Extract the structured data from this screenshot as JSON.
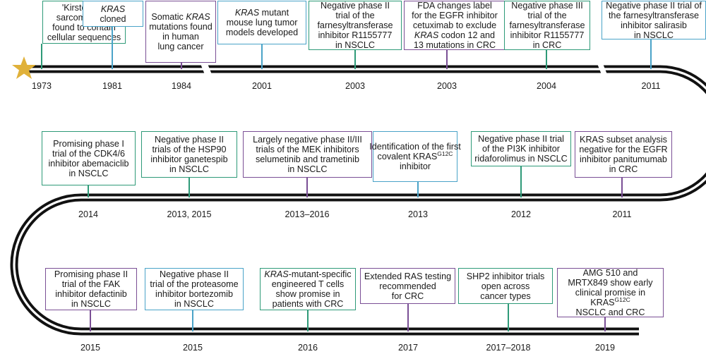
{
  "colors": {
    "teal": "#2e9a78",
    "purple": "#7a4f95",
    "blue": "#4aa3c8",
    "track": "#111111",
    "star": "#e0b13a"
  },
  "start_marker": "star-icon",
  "events": [
    {
      "year": "1973",
      "color": "teal",
      "lines": [
        [
          [
            "'Kirsten' rat",
            ""
          ]
        ],
        [
          [
            "sarcoma virus",
            ""
          ]
        ],
        [
          [
            "found to contain",
            ""
          ]
        ],
        [
          [
            "cellular sequences",
            ""
          ]
        ]
      ]
    },
    {
      "year": "1981",
      "color": "blue",
      "lines": [
        [
          [
            "KRAS",
            "i"
          ]
        ],
        [
          [
            "cloned",
            ""
          ]
        ]
      ]
    },
    {
      "year": "1984",
      "color": "purple",
      "lines": [
        [
          [
            "Somatic ",
            ""
          ],
          [
            "KRAS",
            "i"
          ]
        ],
        [
          [
            "mutations found",
            ""
          ]
        ],
        [
          [
            "in human",
            ""
          ]
        ],
        [
          [
            "lung cancer",
            ""
          ]
        ]
      ]
    },
    {
      "year": "2001",
      "color": "blue",
      "lines": [
        [
          [
            "KRAS",
            "i"
          ],
          [
            " mutant",
            ""
          ]
        ],
        [
          [
            "mouse lung tumor",
            ""
          ]
        ],
        [
          [
            "models developed",
            ""
          ]
        ]
      ]
    },
    {
      "year": "2003",
      "color": "teal",
      "lines": [
        [
          [
            "Negative phase II",
            ""
          ]
        ],
        [
          [
            "trial of the",
            ""
          ]
        ],
        [
          [
            "farnesyltransferase",
            ""
          ]
        ],
        [
          [
            "inhibitor R1155777",
            ""
          ]
        ],
        [
          [
            "in NSCLC",
            ""
          ]
        ]
      ]
    },
    {
      "year": "2003",
      "color": "purple",
      "lines": [
        [
          [
            "FDA changes label",
            ""
          ]
        ],
        [
          [
            "for the EGFR inhibitor",
            ""
          ]
        ],
        [
          [
            "cetuximab to exclude",
            ""
          ]
        ],
        [
          [
            "KRAS",
            "i"
          ],
          [
            " codon 12 and",
            ""
          ]
        ],
        [
          [
            "13 mutations in CRC",
            ""
          ]
        ]
      ]
    },
    {
      "year": "2004",
      "color": "teal",
      "lines": [
        [
          [
            "Negative phase III",
            ""
          ]
        ],
        [
          [
            "trial of the",
            ""
          ]
        ],
        [
          [
            "farnesyltransferase",
            ""
          ]
        ],
        [
          [
            "inhibitor R1155777",
            ""
          ]
        ],
        [
          [
            "in CRC",
            ""
          ]
        ]
      ]
    },
    {
      "year": "2011",
      "color": "blue",
      "lines": [
        [
          [
            "Negative phase II trial of",
            ""
          ]
        ],
        [
          [
            "the farnesyltransferase",
            ""
          ]
        ],
        [
          [
            "inhibitor salirasib",
            ""
          ]
        ],
        [
          [
            "in NSCLC",
            ""
          ]
        ]
      ]
    },
    {
      "year": "2014",
      "color": "teal",
      "lines": [
        [
          [
            "Promising phase I",
            ""
          ]
        ],
        [
          [
            "trial of the CDK4/6",
            ""
          ]
        ],
        [
          [
            "inhibitor abemaciclib",
            ""
          ]
        ],
        [
          [
            "in NSCLC",
            ""
          ]
        ]
      ]
    },
    {
      "year": "2013, 2015",
      "color": "teal",
      "lines": [
        [
          [
            "Negative phase II",
            ""
          ]
        ],
        [
          [
            "trials of the HSP90",
            ""
          ]
        ],
        [
          [
            "inhibitor ganetespib",
            ""
          ]
        ],
        [
          [
            "in NSCLC",
            ""
          ]
        ]
      ]
    },
    {
      "year": "2013–2016",
      "color": "purple",
      "lines": [
        [
          [
            "Largely negative phase II/III",
            ""
          ]
        ],
        [
          [
            "trials of the MEK inhibitors",
            ""
          ]
        ],
        [
          [
            "selumetinib and trametinib",
            ""
          ]
        ],
        [
          [
            "in NSCLC",
            ""
          ]
        ]
      ]
    },
    {
      "year": "2013",
      "color": "blue",
      "lines": [
        [
          [
            "Identification of the first",
            ""
          ]
        ],
        [
          [
            "covalent KRAS",
            ""
          ],
          [
            "G12C",
            "s"
          ]
        ],
        [
          [
            "inhibitor",
            ""
          ]
        ]
      ]
    },
    {
      "year": "2012",
      "color": "teal",
      "lines": [
        [
          [
            "Negative phase II trial",
            ""
          ]
        ],
        [
          [
            "of the PI3K inhibitor",
            ""
          ]
        ],
        [
          [
            "ridaforolimus in NSCLC",
            ""
          ]
        ]
      ]
    },
    {
      "year": "2011",
      "color": "purple",
      "lines": [
        [
          [
            "KRAS subset analysis",
            ""
          ]
        ],
        [
          [
            "negative for the EGFR",
            ""
          ]
        ],
        [
          [
            "inhibitor panitumumab",
            ""
          ]
        ],
        [
          [
            "in CRC",
            ""
          ]
        ]
      ]
    },
    {
      "year": "2015",
      "color": "purple",
      "lines": [
        [
          [
            "Promising phase II",
            ""
          ]
        ],
        [
          [
            "trial of the FAK",
            ""
          ]
        ],
        [
          [
            "inhibitor defactinib",
            ""
          ]
        ],
        [
          [
            "in NSCLC",
            ""
          ]
        ]
      ]
    },
    {
      "year": "2015",
      "color": "blue",
      "lines": [
        [
          [
            "Negative phase II",
            ""
          ]
        ],
        [
          [
            "trial of the proteasome",
            ""
          ]
        ],
        [
          [
            "inhibitor bortezomib",
            ""
          ]
        ],
        [
          [
            "in NSCLC",
            ""
          ]
        ]
      ]
    },
    {
      "year": "2016",
      "color": "teal",
      "lines": [
        [
          [
            "KRAS",
            "i"
          ],
          [
            "-mutant-specific",
            ""
          ]
        ],
        [
          [
            "engineered T cells",
            ""
          ]
        ],
        [
          [
            "show promise in",
            ""
          ]
        ],
        [
          [
            "patients with CRC",
            ""
          ]
        ]
      ]
    },
    {
      "year": "2017",
      "color": "purple",
      "lines": [
        [
          [
            "Extended RAS testing",
            ""
          ]
        ],
        [
          [
            "recommended",
            ""
          ]
        ],
        [
          [
            "for CRC",
            ""
          ]
        ]
      ]
    },
    {
      "year": "2017–2018",
      "color": "teal",
      "lines": [
        [
          [
            "SHP2 inhibitor trials",
            ""
          ]
        ],
        [
          [
            "open across",
            ""
          ]
        ],
        [
          [
            "cancer types",
            ""
          ]
        ]
      ]
    },
    {
      "year": "2019",
      "color": "purple",
      "lines": [
        [
          [
            "AMG 510 and",
            ""
          ]
        ],
        [
          [
            "MRTX849 show early",
            ""
          ]
        ],
        [
          [
            "clinical promise in",
            ""
          ]
        ],
        [
          [
            "KRAS",
            ""
          ],
          [
            "G12C",
            "s"
          ]
        ],
        [
          [
            "NSCLC and CRC",
            ""
          ]
        ]
      ]
    }
  ]
}
